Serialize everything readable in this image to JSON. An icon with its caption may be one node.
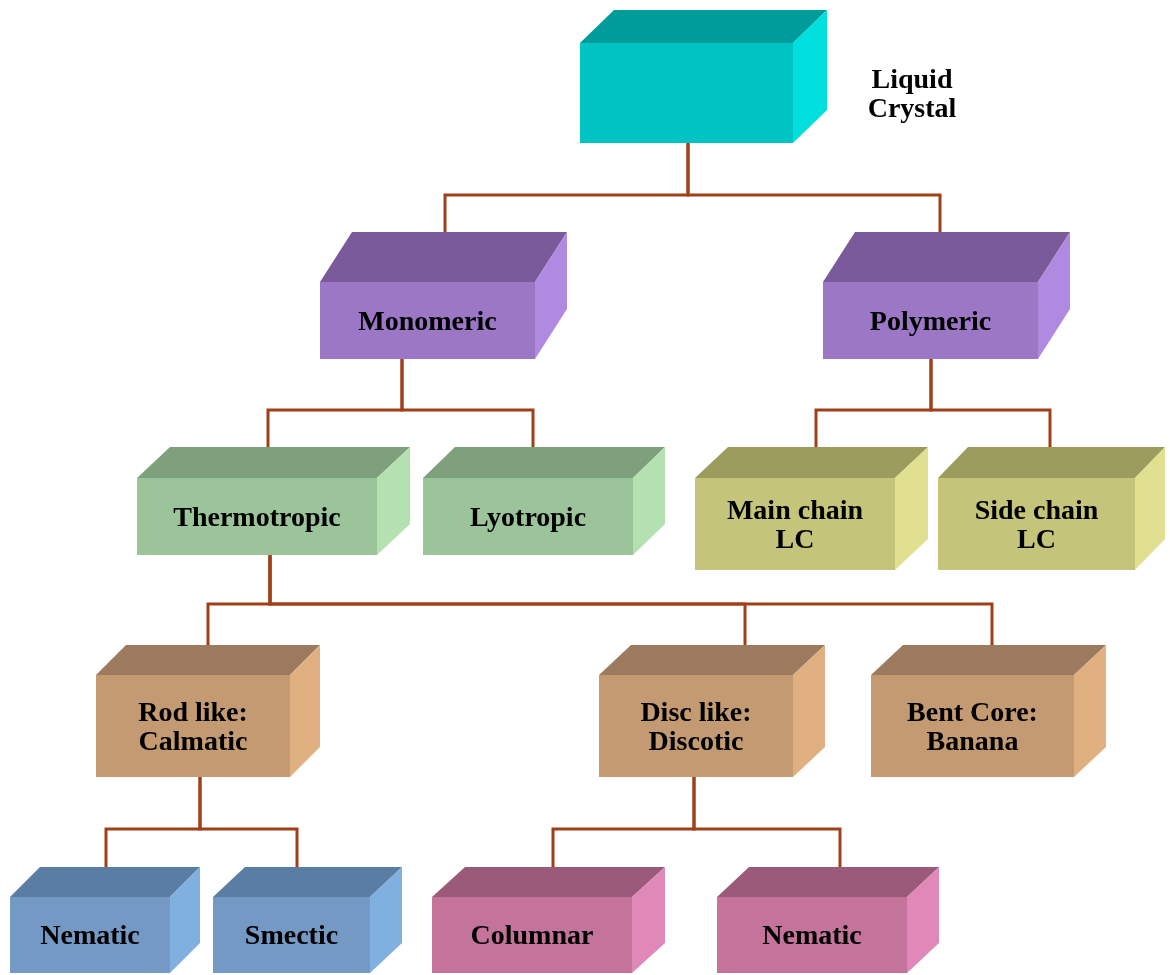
{
  "diagram": {
    "nodes": [
      {
        "text": [
          "Liquid Crystal"
        ]
      },
      {
        "text": [
          "Monomeric"
        ]
      },
      {
        "text": [
          "Polymeric"
        ]
      },
      {
        "text": [
          "Thermotropic"
        ]
      },
      {
        "text": [
          "Lyotropic"
        ]
      },
      {
        "text": [
          "Main chain LC"
        ]
      },
      {
        "text": [
          "Side chain LC"
        ]
      },
      {
        "text": [
          "Rod like: Calmatic"
        ]
      },
      {
        "text": [
          "Disc like: Discotic"
        ]
      },
      {
        "text": [
          "Bent Core: Banana"
        ]
      },
      {
        "text": [
          "Nematic"
        ]
      },
      {
        "text": [
          "Smectic"
        ]
      },
      {
        "text": [
          "Columnar"
        ]
      },
      {
        "text": [
          "Nematic"
        ]
      }
    ],
    "edges": [
      {
        "from": 0,
        "to": 1,
        "arrow": "none"
      },
      {
        "from": 0,
        "to": 2,
        "arrow": "none"
      },
      {
        "from": 1,
        "to": 3,
        "arrow": "none"
      },
      {
        "from": 1,
        "to": 4,
        "arrow": "none"
      },
      {
        "from": 2,
        "to": 5,
        "arrow": "none"
      },
      {
        "from": 2,
        "to": 6,
        "arrow": "none"
      },
      {
        "from": 3,
        "to": 7,
        "arrow": "none"
      },
      {
        "from": 3,
        "to": 8,
        "arrow": "none"
      },
      {
        "from": 3,
        "to": 9,
        "arrow": "none"
      },
      {
        "from": 7,
        "to": 10,
        "arrow": "none"
      },
      {
        "from": 7,
        "to": 11,
        "arrow": "none"
      },
      {
        "from": 8,
        "to": 12,
        "arrow": "none"
      },
      {
        "from": 8,
        "to": 13,
        "arrow": "none"
      }
    ]
  }
}
